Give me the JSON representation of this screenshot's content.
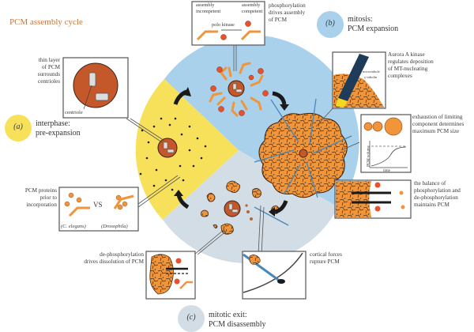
{
  "title": "PCM assembly cycle",
  "colors": {
    "interphase": "#f7e15a",
    "mitosis": "#a9d1ec",
    "mitotic_exit": "#d3dde6",
    "pcm_orange": "#f0953a",
    "centrosome_brown": "#c4582a",
    "phospho_red": "#e8502e",
    "microtubule_blue": "#4a87b8",
    "arrow_black": "#1a1a1a",
    "title_orange": "#c8763a"
  },
  "stages": [
    {
      "id": "a",
      "marker": "(a)",
      "label": "interphase:\npre-expansion"
    },
    {
      "id": "b",
      "marker": "(b)",
      "label": "mitosis:\nPCM expansion"
    },
    {
      "id": "c",
      "marker": "(c)",
      "label": "mitotic exit:\nPCM disassembly"
    }
  ],
  "callouts": {
    "thin_layer": {
      "text": "thin layer\nof PCM\nsurrounds\ncentrioles",
      "inner_label": "centriole"
    },
    "pcm_proteins": {
      "text": "PCM proteins\nprior to\nincorporation",
      "left_label": "(C. elegans)",
      "vs_label": "VS",
      "right_label": "(Drosophila)"
    },
    "phosphorylation_assembly": {
      "text": "phosphorylation\ndrives assembly\nof PCM",
      "left_label": "assembly\nincompetent",
      "right_label": "assembly\ncompetent",
      "kinase_label": "polo kinase"
    },
    "aurora": {
      "text": "Aurora A kinase\nregulates deposition\nof MT-nucleating\ncomplexes",
      "inner_labels": [
        "microtubule",
        "γ-tubulin"
      ]
    },
    "exhaustion": {
      "text": "exhaustion of limiting\ncomponent determines\nmaximum PCM size",
      "graph_ylabel": "PCM volume",
      "graph_xlabel": "time"
    },
    "balance": {
      "text": "the balance of\nphosphorylation and\nde-phosphorylation\nmaintains PCM"
    },
    "dephosphorylation": {
      "text": "de-phosphorylation\ndrives dissolution of PCM"
    },
    "cortical": {
      "text": "cortical forces\nrupture PCM"
    }
  }
}
